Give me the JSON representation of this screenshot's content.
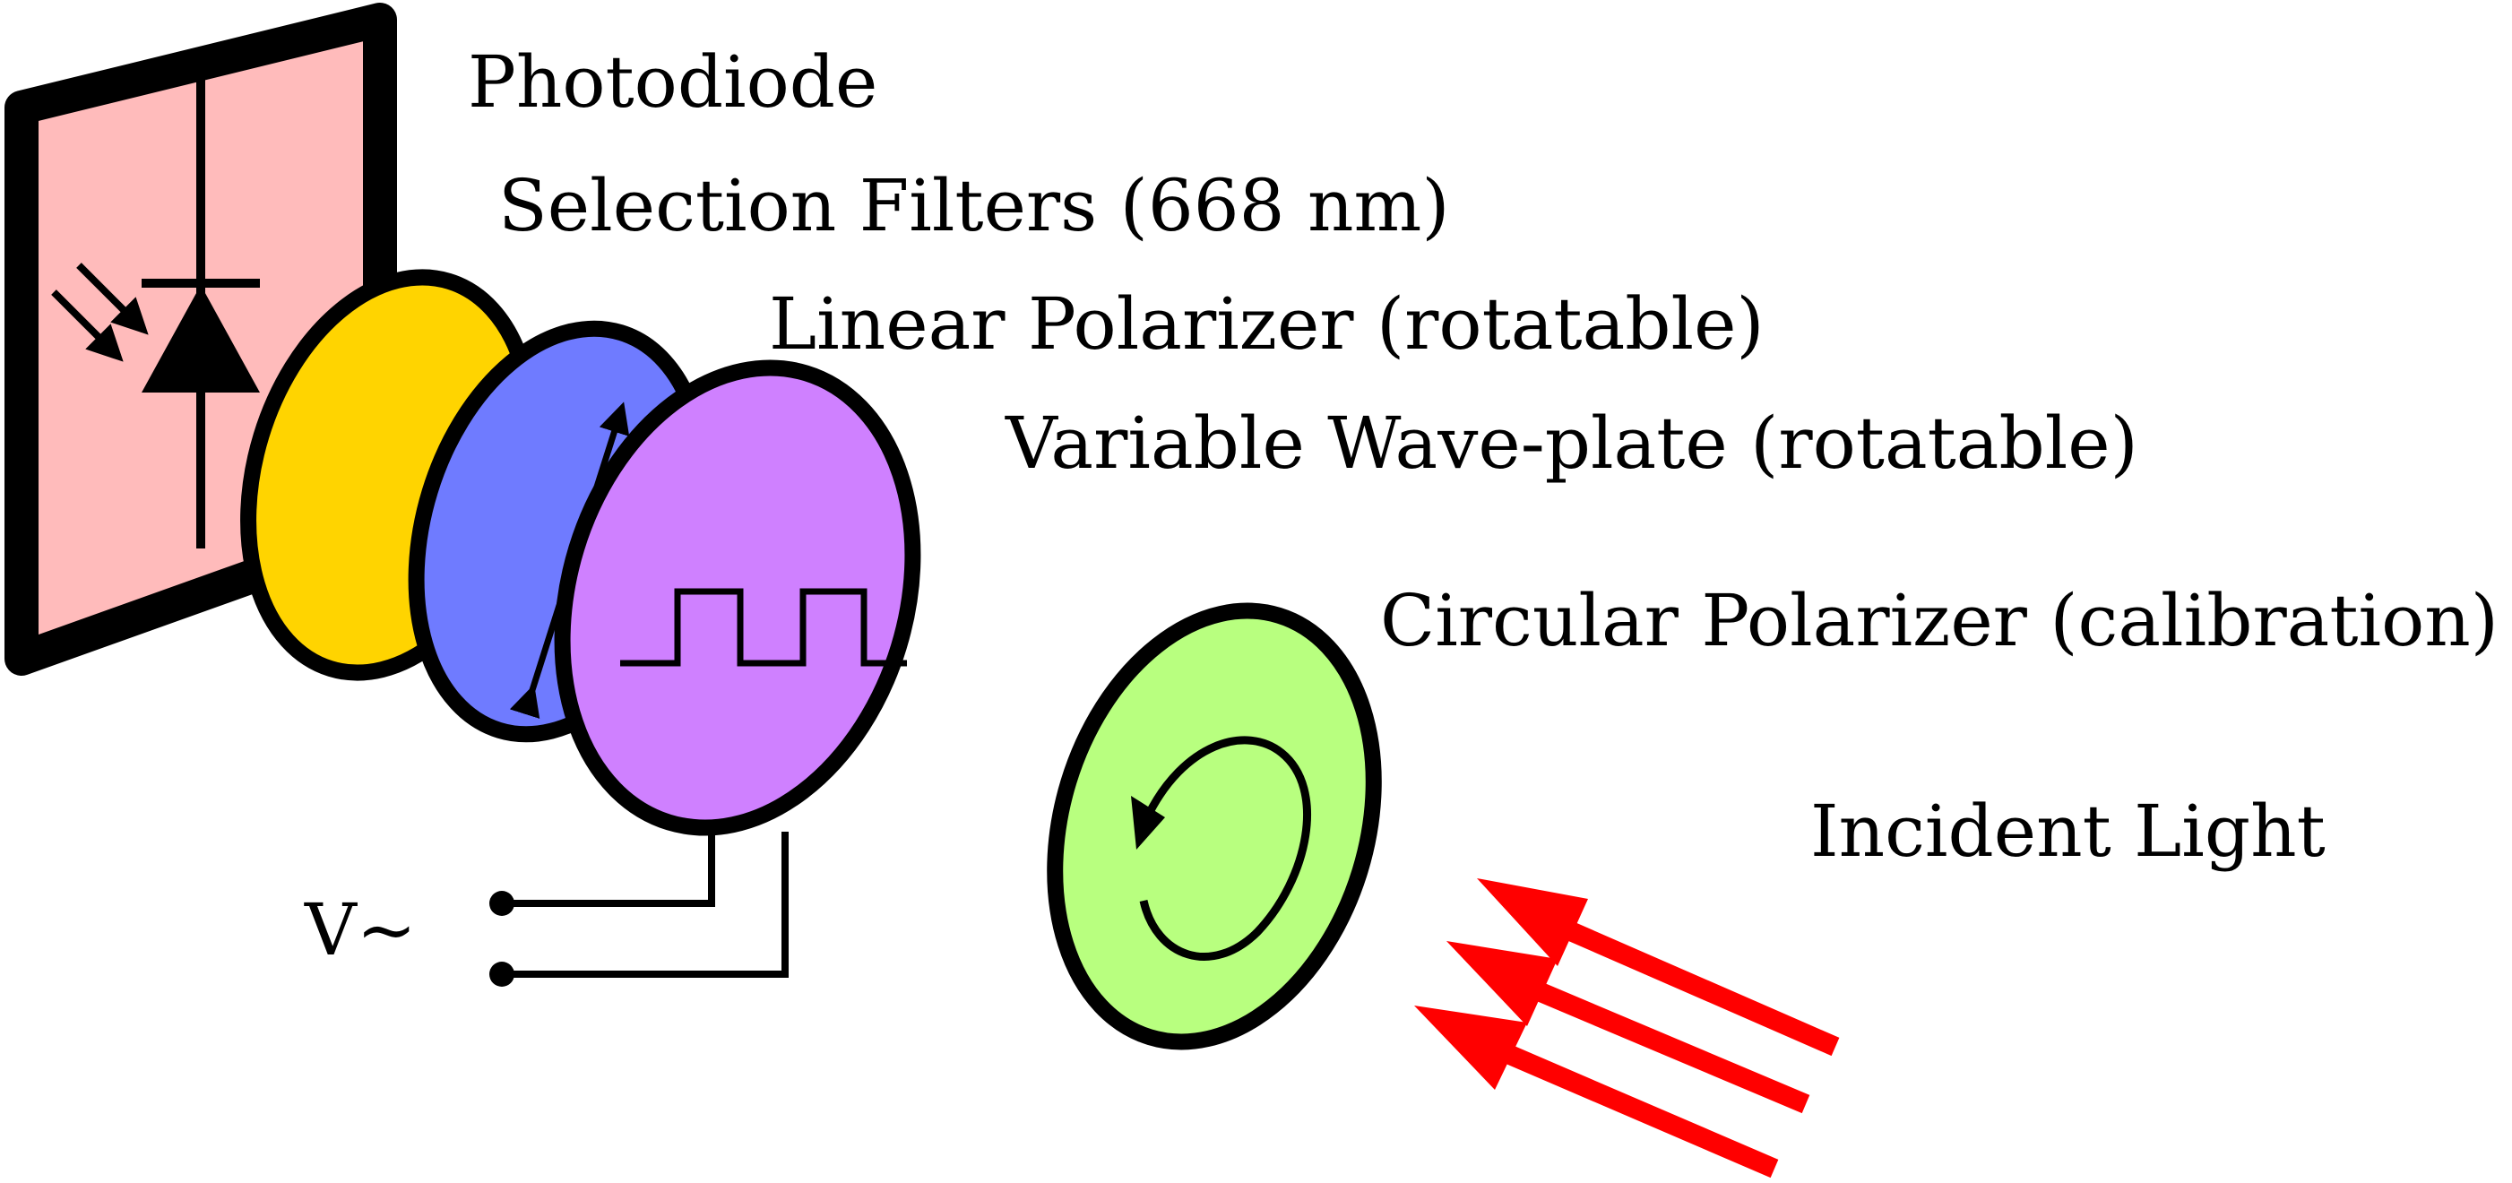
{
  "labels": {
    "photodiode": "Photodiode",
    "selection_filters": "Selection Filters (668 nm)",
    "linear_polarizer": "Linear Polarizer (rotatable)",
    "wave_plate": "Variable Wave-plate (rotatable)",
    "circular_polarizer": "Circular Polarizer (calibration)",
    "incident_light": "Incident Light",
    "voltage_source": "V~"
  },
  "colors": {
    "outline": "#000000",
    "photodiode_panel": "#ffbbbb",
    "selection_filter": "#ffd400",
    "linear_polarizer": "#6f7bff",
    "wave_plate": "#cf80ff",
    "circular_polarizer": "#b8ff7f",
    "incident_light": "#ff0000"
  }
}
